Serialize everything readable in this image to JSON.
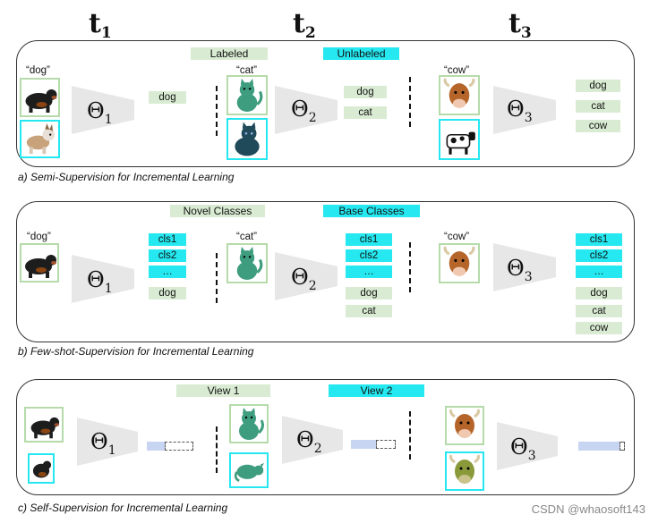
{
  "steps": {
    "t1": "t",
    "t1_sub": "1",
    "t2": "t",
    "t2_sub": "2",
    "t3": "t",
    "t3_sub": "3"
  },
  "theta": {
    "sym": "Θ",
    "s1": "1",
    "s2": "2",
    "s3": "3"
  },
  "panel_a": {
    "caption": "a) Semi-Supervision for Incremental Learning",
    "legend_labeled": "Labeled",
    "legend_unlabeled": "Unlabeled",
    "q1": "“dog”",
    "q2": "“cat”",
    "q3": "“cow”",
    "out1": [
      "dog"
    ],
    "out2": [
      "dog",
      "cat"
    ],
    "out3": [
      "dog",
      "cat",
      "cow"
    ]
  },
  "panel_b": {
    "caption": "b) Few-shot-Supervision for Incremental Learning",
    "legend_novel": "Novel Classes",
    "legend_base": "Base Classes",
    "q1": "“dog”",
    "q2": "“cat”",
    "q3": "“cow”",
    "base": [
      "cls1",
      "cls2",
      "…"
    ],
    "out1": [
      "dog"
    ],
    "out2": [
      "dog",
      "cat"
    ],
    "out3": [
      "dog",
      "cat",
      "cow"
    ]
  },
  "panel_c": {
    "caption": "c) Self-Supervision for Incremental Learning",
    "legend_view1": "View 1",
    "legend_view2": "View 2"
  },
  "colors": {
    "green": "#d9ecd3",
    "cyan": "#25e8f0",
    "vector": "#c7d4f2"
  },
  "watermark": "CSDN @whaosoft143"
}
